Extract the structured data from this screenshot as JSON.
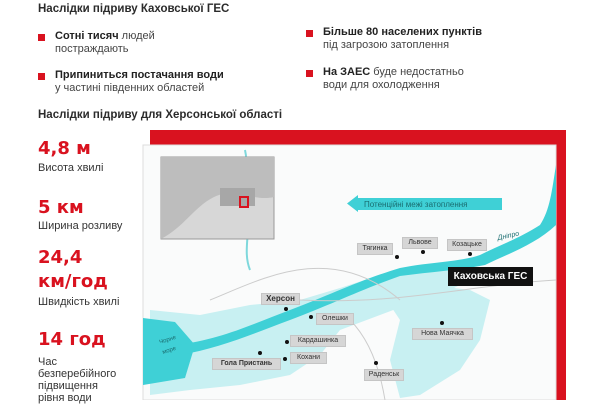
{
  "header": {
    "title": "Наслідки підриву Каховської ГЕС"
  },
  "bullets": [
    {
      "bold": "Сотні тисяч",
      "rest": " людей",
      "line2": "постраждають"
    },
    {
      "bold": "Припиниться постачання води",
      "rest": "",
      "line2": "у частині південних областей"
    },
    {
      "bold": "Більше 80 населених пунктів",
      "rest": "",
      "line2": "під загрозою затоплення"
    },
    {
      "bold": "На ЗАЕС",
      "rest": " буде недостатньо",
      "line2": "води для охолодження"
    }
  ],
  "section2": {
    "title": "Наслідки підриву для Херсонської області"
  },
  "stats": [
    {
      "value": "4,8 м",
      "label": "Висота хвилі"
    },
    {
      "value": "5 км",
      "label": "Ширина розливу"
    },
    {
      "value": "24,4",
      "value2": "км/год",
      "label": "Швидкість хвилі"
    },
    {
      "value": "14 год",
      "label": [
        "Час",
        "безперебійного",
        "підвищення",
        "рівня води"
      ]
    }
  ],
  "map": {
    "arrow_label": "Потенційні межі затоплення",
    "dam_label": "Каховська ГЕС",
    "river_label": "Дніпро",
    "sea_label": [
      "Чорне",
      "море"
    ],
    "places": {
      "tiahynka": "Тягинка",
      "lvove": "Львове",
      "kozatske": "Козацьке",
      "kherson": "Херсон",
      "oleshky": "Олешки",
      "kardashynka": "Кардашинка",
      "kokhany": "Кохани",
      "hola": "Гола Пристань",
      "nova": "Нова Маячка",
      "radensk": "Раденськ"
    },
    "colors": {
      "accent": "#d9121f",
      "water": "#3fd0d6",
      "flood": "#c8f0f2"
    }
  }
}
